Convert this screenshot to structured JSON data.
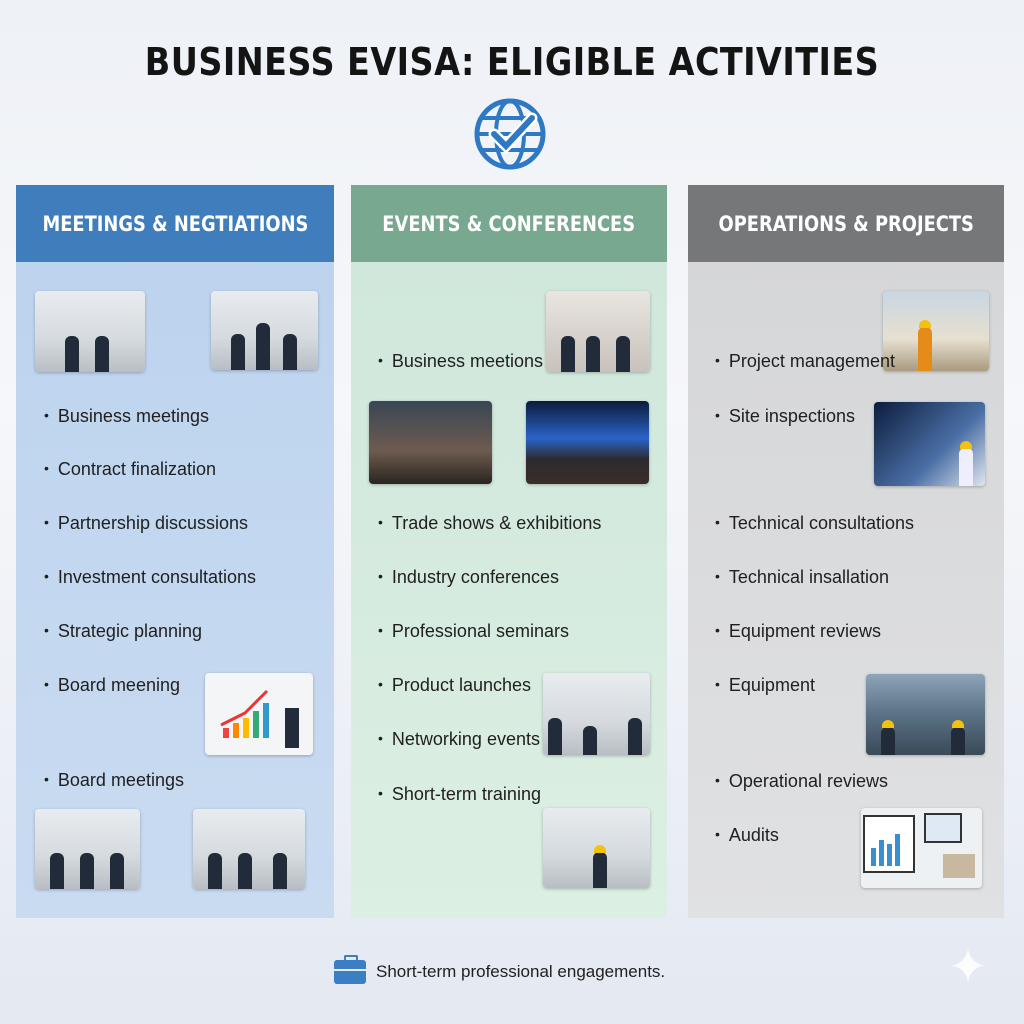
{
  "title": "BUSINESS EVISA: ELIGIBLE ACTIVITIES",
  "icons": {
    "header": "globe-check-icon",
    "footer": "briefcase-icon",
    "corner": "sparkle-icon"
  },
  "colors": {
    "meetings": "#3f7dbc",
    "events": "#78a88f",
    "operations": "#767778"
  },
  "columns": [
    {
      "header": "MEETINGS & NEGTIATIONS",
      "items": [
        "Business meetings",
        "Contract finalization",
        "Partnership discussions",
        "Investment consultations",
        "Strategic planning",
        "Board meening",
        "Board meetings"
      ]
    },
    {
      "header": "EVENTS & CONFERENCES",
      "items": [
        "Business meetions",
        "Trade shows & exhibitions",
        "Industry conferences",
        "Professional seminars",
        "Product launches",
        "Networking events",
        "Short-term training"
      ]
    },
    {
      "header": "OPERATIONS & PROJECTS",
      "items": [
        "Project management",
        "Site inspections",
        "Technical consultations",
        "Technical insallation",
        "Equipment reviews",
        "Equipment",
        "Operational reviews",
        "Audits"
      ]
    }
  ],
  "footer": "Short-term professional engagements."
}
